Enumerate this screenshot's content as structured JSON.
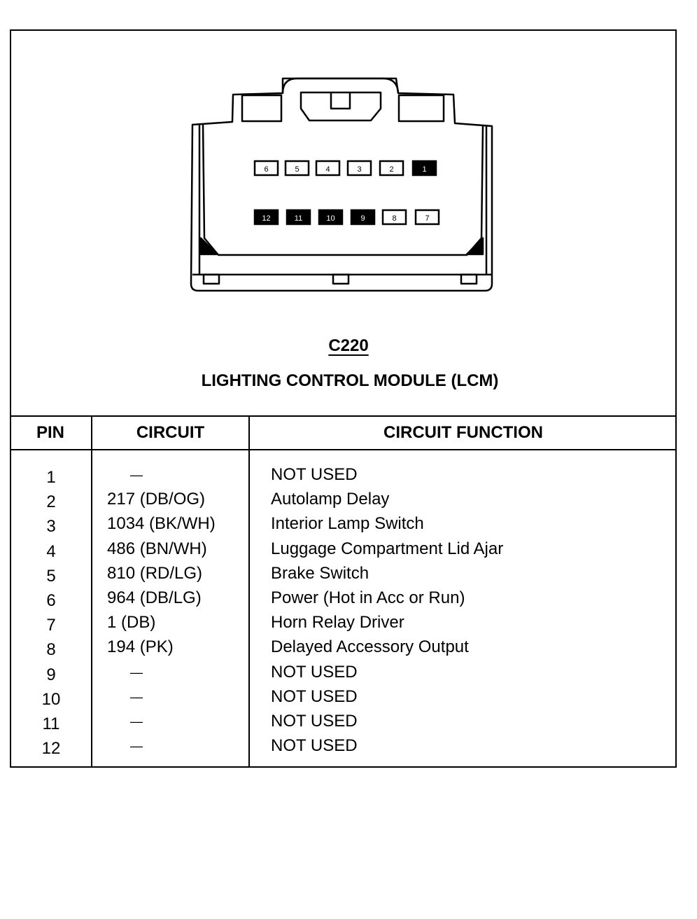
{
  "connector": {
    "id": "C220",
    "name": "LIGHTING CONTROL MODULE (LCM)",
    "top_row_pins": [
      {
        "label": "6",
        "filled": false
      },
      {
        "label": "5",
        "filled": false
      },
      {
        "label": "4",
        "filled": false
      },
      {
        "label": "3",
        "filled": false
      },
      {
        "label": "2",
        "filled": false
      },
      {
        "label": "1",
        "filled": true
      }
    ],
    "bottom_row_pins": [
      {
        "label": "12",
        "filled": true
      },
      {
        "label": "11",
        "filled": true
      },
      {
        "label": "10",
        "filled": true
      },
      {
        "label": "9",
        "filled": true
      },
      {
        "label": "8",
        "filled": false
      },
      {
        "label": "7",
        "filled": false
      }
    ]
  },
  "table": {
    "headers": {
      "pin": "PIN",
      "circuit": "CIRCUIT",
      "function": "CIRCUIT FUNCTION"
    },
    "rows": [
      {
        "pin": "1",
        "circuit": "—",
        "function": "NOT USED"
      },
      {
        "pin": "2",
        "circuit": "217 (DB/OG)",
        "function": "Autolamp Delay"
      },
      {
        "pin": "3",
        "circuit": "1034 (BK/WH)",
        "function": "Interior Lamp Switch"
      },
      {
        "pin": "4",
        "circuit": "486 (BN/WH)",
        "function": "Luggage Compartment Lid Ajar"
      },
      {
        "pin": "5",
        "circuit": "810 (RD/LG)",
        "function": "Brake Switch"
      },
      {
        "pin": "6",
        "circuit": "964 (DB/LG)",
        "function": "Power (Hot in Acc or Run)"
      },
      {
        "pin": "7",
        "circuit": "1 (DB)",
        "function": "Horn Relay Driver"
      },
      {
        "pin": "8",
        "circuit": "194 (PK)",
        "function": "Delayed Accessory Output"
      },
      {
        "pin": "9",
        "circuit": "—",
        "function": "NOT USED"
      },
      {
        "pin": "10",
        "circuit": "—",
        "function": "NOT USED"
      },
      {
        "pin": "11",
        "circuit": "—",
        "function": "NOT USED"
      },
      {
        "pin": "12",
        "circuit": "—",
        "function": "NOT USED"
      }
    ]
  }
}
